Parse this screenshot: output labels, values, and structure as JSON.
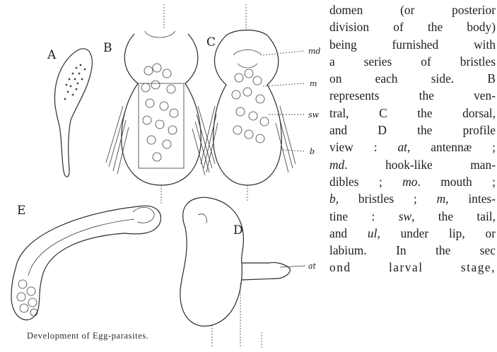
{
  "figure": {
    "panel_labels": {
      "a": "A",
      "b": "B",
      "c": "C",
      "d": "D",
      "e": "E"
    },
    "side_labels": {
      "md": "md",
      "m": "m",
      "sw": "sw",
      "b": "b",
      "at": "at"
    },
    "caption": "Development of Egg-parasites."
  },
  "text_lines": [
    [
      "domen (or posterior"
    ],
    [
      "division of the body)"
    ],
    [
      "being furnished with"
    ],
    [
      "a series of bristles"
    ],
    [
      "on each side. B"
    ],
    [
      "represents the ven-"
    ],
    [
      "tral, C the dorsal,"
    ],
    [
      "and D the profile"
    ],
    [
      "view : ",
      {
        "i": "at"
      },
      ", antennæ ;"
    ],
    [
      {
        "i": "md"
      },
      ". hook-like man-"
    ],
    [
      "dibles ; ",
      {
        "i": "mo"
      },
      ". mouth ;"
    ],
    [
      {
        "i": "b"
      },
      ", bristles ; ",
      {
        "i": "m"
      },
      ", intes-"
    ],
    [
      "tine : ",
      {
        "i": "sw"
      },
      ", the tail,"
    ],
    [
      "and ",
      {
        "i": "ul"
      },
      ", under lip, or"
    ],
    [
      "labium. In the sec"
    ],
    [
      "ond larval stage,"
    ]
  ]
}
